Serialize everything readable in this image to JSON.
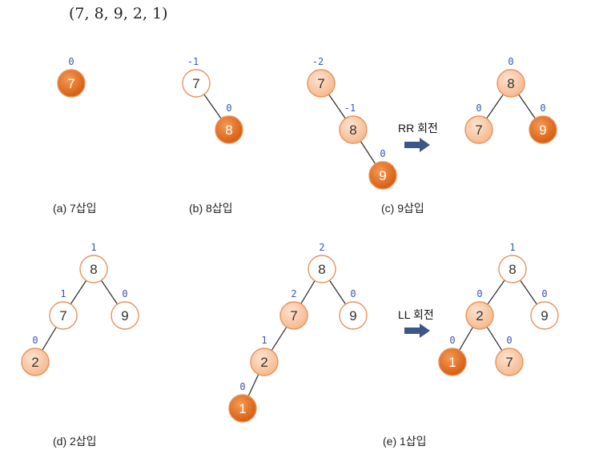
{
  "sequence": "(7, 8, 9, 2, 1)",
  "captions": {
    "a": "(a) 7삽입",
    "b": "(b) 8삽입",
    "c": "(c) 9삽입",
    "d": "(d) 2삽입",
    "e": "(e) 1삽입"
  },
  "rotations": {
    "rr": "RR 회전",
    "ll": "LL 회전"
  },
  "colors": {
    "white_fill": "#ffffff",
    "light_fill": "#f8c4a0",
    "dark_fill": "#e76818",
    "stroke": "#e8925a",
    "balance_text": "#3a54b8",
    "edge": "#333333",
    "arrow": "#3c5687"
  },
  "trees": [
    {
      "id": "a",
      "nodes": [
        {
          "key": "7",
          "balance": "0",
          "style": "dark"
        }
      ],
      "edges": []
    },
    {
      "id": "b",
      "nodes": [
        {
          "key": "7",
          "balance": "-1",
          "style": "white"
        },
        {
          "key": "8",
          "balance": "0",
          "style": "dark"
        }
      ],
      "edges": [
        [
          0,
          1
        ]
      ]
    },
    {
      "id": "c-before",
      "nodes": [
        {
          "key": "7",
          "balance": "-2",
          "style": "light"
        },
        {
          "key": "8",
          "balance": "-1",
          "style": "light"
        },
        {
          "key": "9",
          "balance": "0",
          "style": "dark"
        }
      ],
      "edges": [
        [
          0,
          1
        ],
        [
          1,
          2
        ]
      ]
    },
    {
      "id": "c-after",
      "nodes": [
        {
          "key": "8",
          "balance": "0",
          "style": "light"
        },
        {
          "key": "7",
          "balance": "0",
          "style": "light"
        },
        {
          "key": "9",
          "balance": "0",
          "style": "dark"
        }
      ],
      "edges": [
        [
          0,
          1
        ],
        [
          0,
          2
        ]
      ]
    },
    {
      "id": "d",
      "nodes": [
        {
          "key": "8",
          "balance": "1",
          "style": "white"
        },
        {
          "key": "7",
          "balance": "1",
          "style": "white"
        },
        {
          "key": "9",
          "balance": "0",
          "style": "white"
        },
        {
          "key": "2",
          "balance": "0",
          "style": "light"
        }
      ],
      "edges": [
        [
          0,
          1
        ],
        [
          0,
          2
        ],
        [
          1,
          3
        ]
      ]
    },
    {
      "id": "e-before",
      "nodes": [
        {
          "key": "8",
          "balance": "2",
          "style": "white"
        },
        {
          "key": "7",
          "balance": "2",
          "style": "light"
        },
        {
          "key": "9",
          "balance": "0",
          "style": "white"
        },
        {
          "key": "2",
          "balance": "1",
          "style": "light"
        },
        {
          "key": "1",
          "balance": "0",
          "style": "dark"
        }
      ],
      "edges": [
        [
          0,
          1
        ],
        [
          0,
          2
        ],
        [
          1,
          3
        ],
        [
          3,
          4
        ]
      ]
    },
    {
      "id": "e-after",
      "nodes": [
        {
          "key": "8",
          "balance": "1",
          "style": "white"
        },
        {
          "key": "2",
          "balance": "0",
          "style": "light"
        },
        {
          "key": "9",
          "balance": "0",
          "style": "white"
        },
        {
          "key": "1",
          "balance": "0",
          "style": "dark"
        },
        {
          "key": "7",
          "balance": "0",
          "style": "light"
        }
      ],
      "edges": [
        [
          0,
          1
        ],
        [
          0,
          2
        ],
        [
          1,
          3
        ],
        [
          1,
          4
        ]
      ]
    }
  ]
}
